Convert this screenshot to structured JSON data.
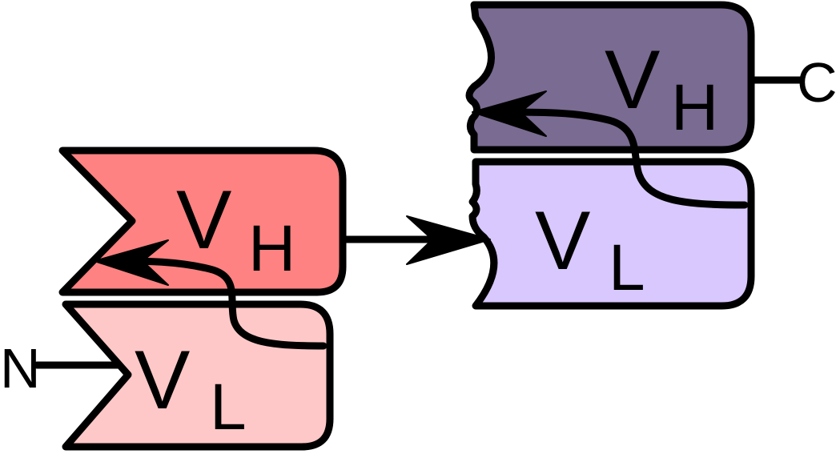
{
  "domain_labels": {
    "v": "V",
    "heavy": "H",
    "light": "L"
  },
  "terminals": {
    "n": "N",
    "c": "C"
  },
  "colors": {
    "vh_left": "#ff8282",
    "vl_left": "#ffc8c8",
    "vh_right": "#7a6b92",
    "vl_right": "#d8c8fd",
    "outline": "#000000"
  }
}
